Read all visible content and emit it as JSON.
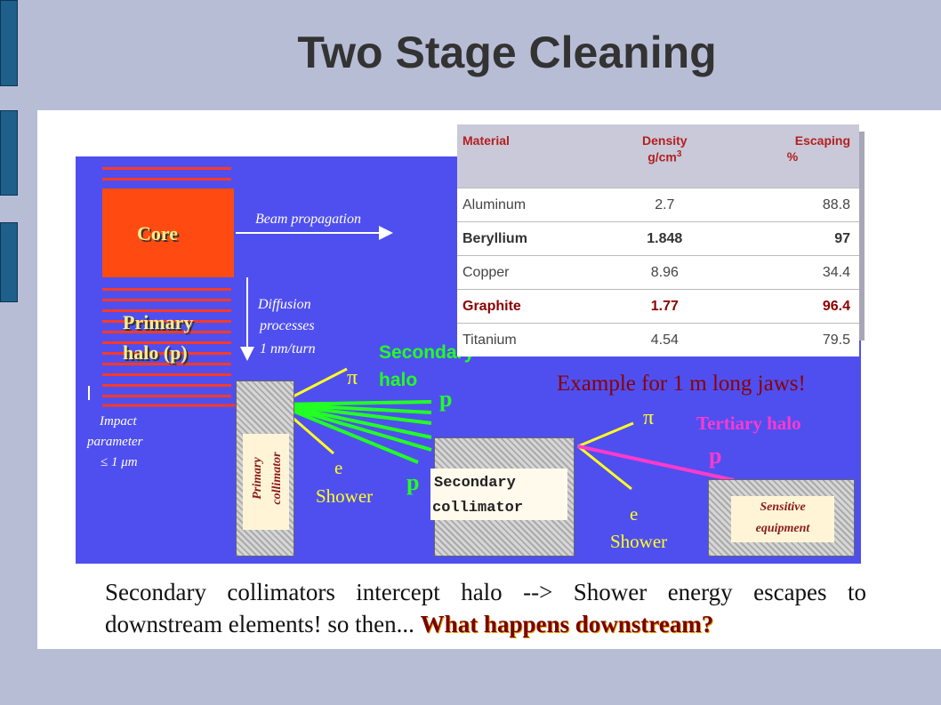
{
  "title": "Two Stage Cleaning",
  "diagram": {
    "core": "Core",
    "primary_halo_line1": "Primary",
    "primary_halo_line2": "halo (p)",
    "beam_propagation": "Beam propagation",
    "diffusion_line1": "Diffusion",
    "diffusion_line2": "processes",
    "diffusion_line3": "1 nm/turn",
    "impact_line1": "Impact",
    "impact_line2": "parameter",
    "impact_line3": "≤ 1 μm",
    "primary_collimator_line1": "Primary",
    "primary_collimator_line2": "collimator",
    "pi_1": "π",
    "secondary_halo_line1": "Secondary",
    "secondary_halo_line2": "halo",
    "p_1": "p",
    "e_1": "e",
    "shower_1": "Shower",
    "p_2": "p",
    "secondary_collimator_line1": "Secondary",
    "secondary_collimator_line2": "collimator",
    "pi_2": "π",
    "tertiary_halo": "Tertiary halo",
    "p_3": "p",
    "e_2": "e",
    "shower_2": "Shower",
    "sensitive_line1": "Sensitive",
    "sensitive_line2": "equipment"
  },
  "table": {
    "headers": [
      "Material",
      "Density",
      "g/cm",
      "3",
      "Escaping",
      "%"
    ],
    "rows": [
      [
        "Aluminum",
        "2.7",
        "88.8"
      ],
      [
        "Beryllium",
        "1.848",
        "97"
      ],
      [
        "Copper",
        "8.96",
        "34.4"
      ],
      [
        "Graphite",
        "1.77",
        "96.4"
      ],
      [
        "Titanium",
        "4.54",
        "79.5"
      ]
    ]
  },
  "example_note": "Example for 1 m long jaws!",
  "bottom": {
    "text": "Secondary collimators intercept halo --> Shower energy escapes to downstream elements! so then...",
    "highlight": "What happens downstream?"
  },
  "colors": {
    "background": "#b8bdd6",
    "diagram_bg": "#4f4fef",
    "core": "#ff4a12",
    "yellow": "#ffff22",
    "green": "#22ff22",
    "magenta": "#ff3acc"
  }
}
